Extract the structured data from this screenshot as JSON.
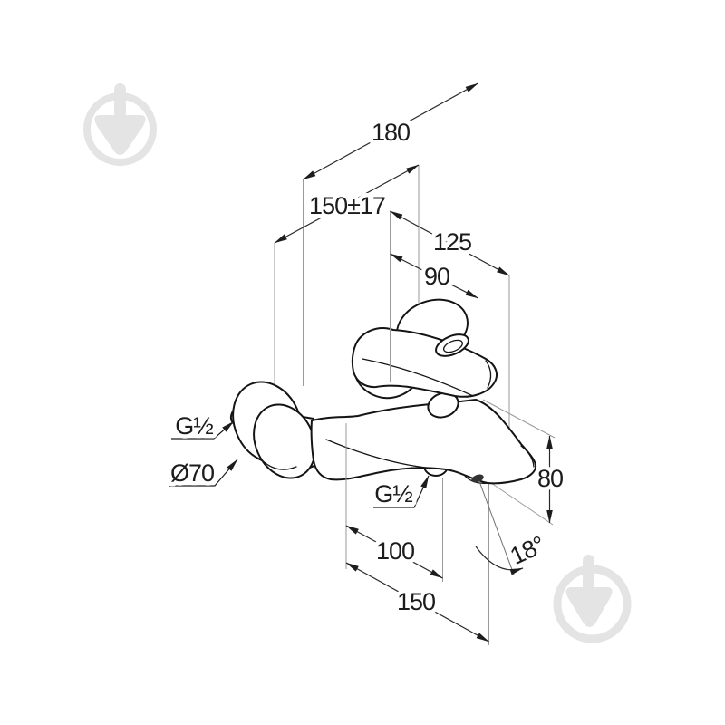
{
  "colors": {
    "background": "#ffffff",
    "outline": "#141414",
    "dimension_line": "#2b2b2b",
    "extension_line": "#9a9a9a",
    "text": "#1c1c1c",
    "watermark": "#e4e4e4"
  },
  "labels": {
    "dim_180": "180",
    "dim_150_tol": "150±17",
    "dim_125": "125",
    "dim_90": "90",
    "dim_100": "100",
    "dim_150": "150",
    "dim_80": "80",
    "angle_18": "18°",
    "thread_wall": "G½",
    "thread_spout": "G½",
    "diameter_flange": "Ø70"
  },
  "watermark": {
    "icon": "berry-pin-circle-icon",
    "count": 2
  }
}
